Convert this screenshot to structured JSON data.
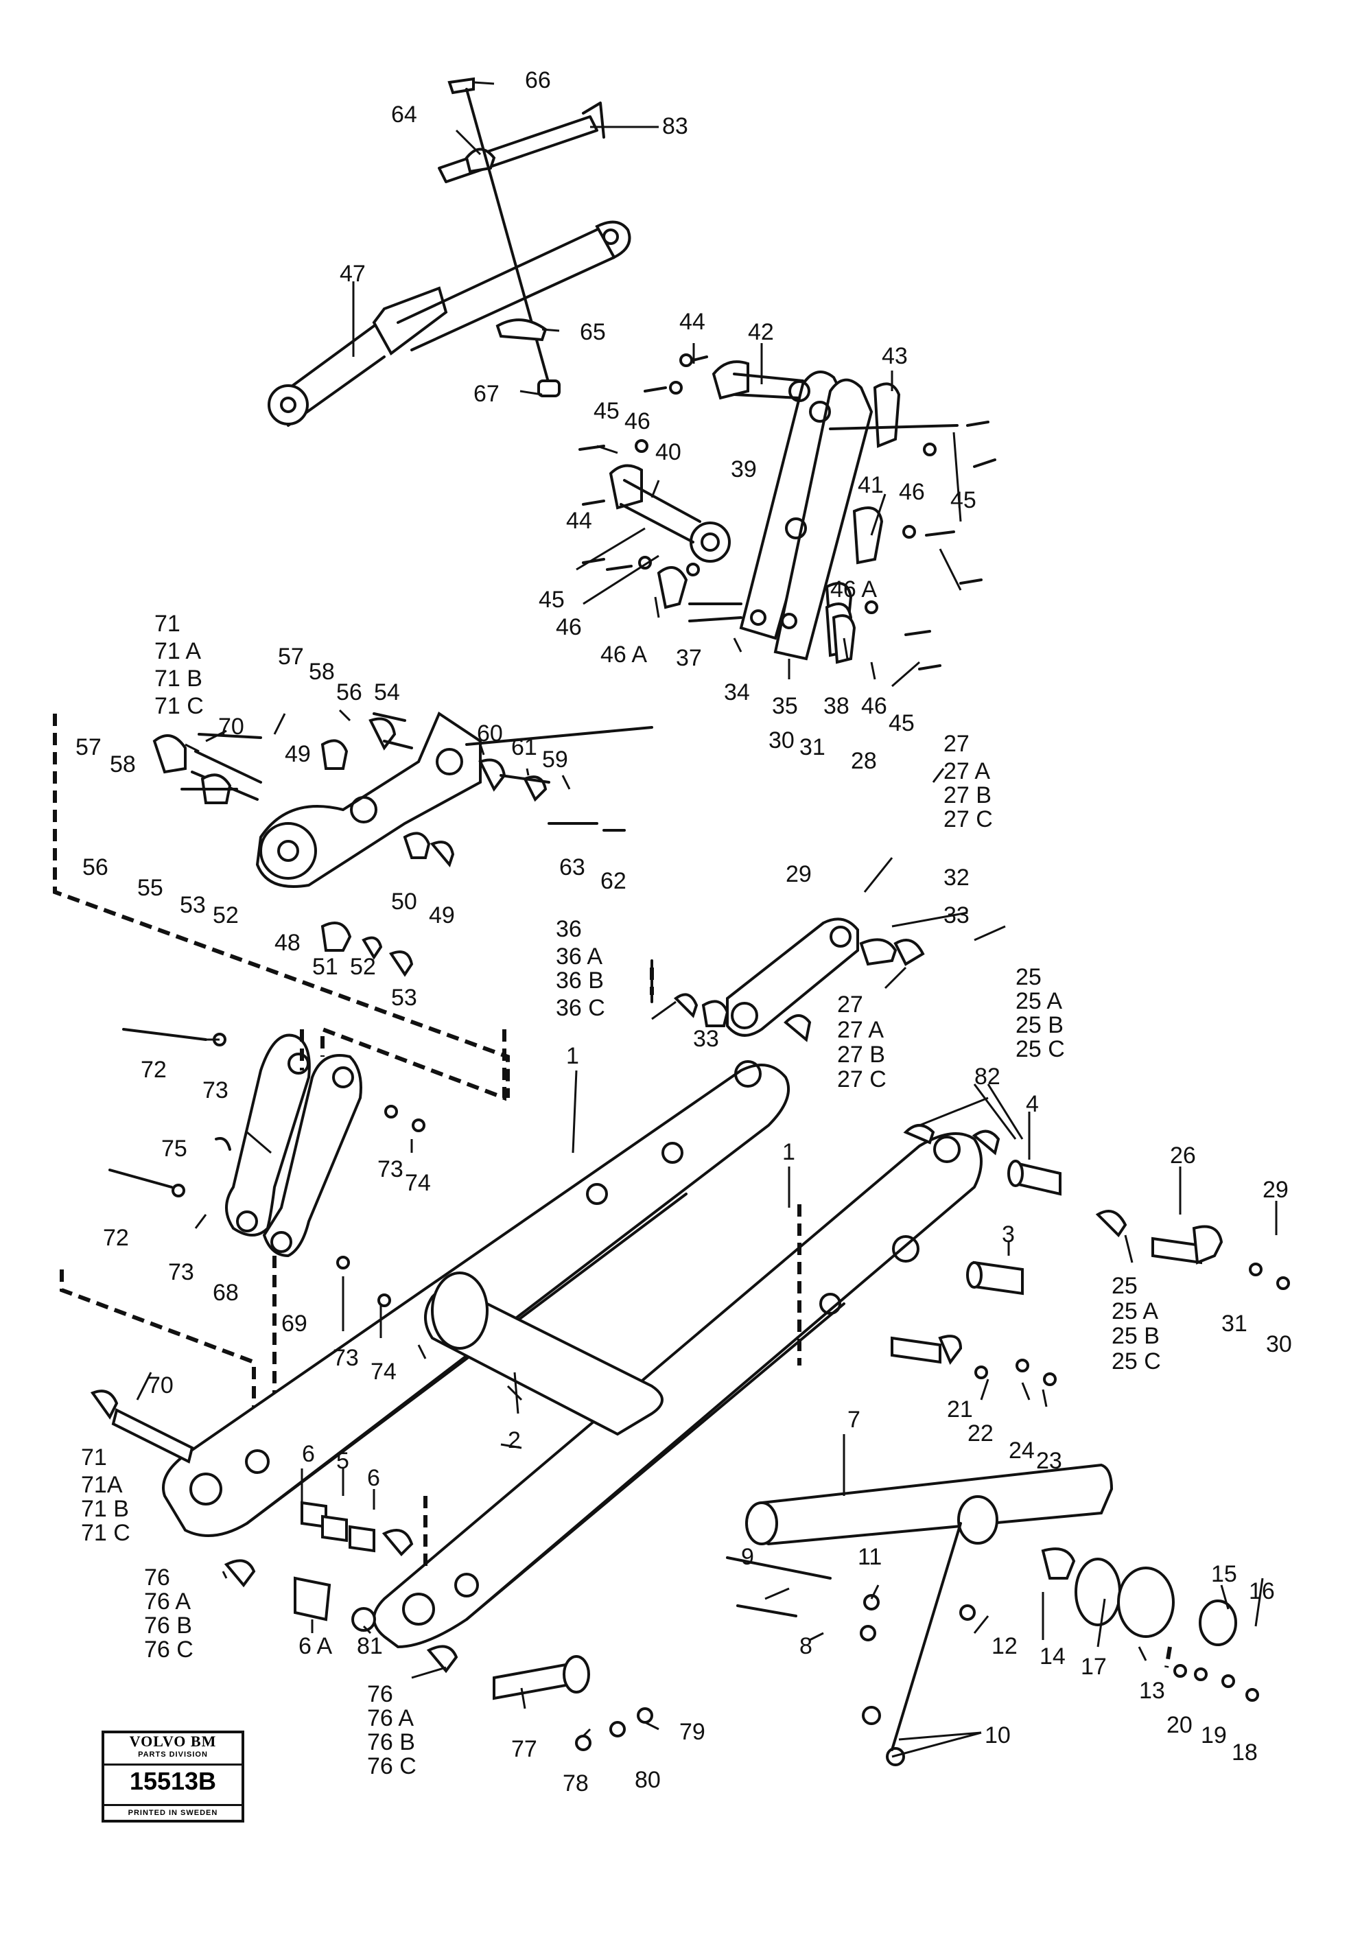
{
  "callouts": [
    {
      "id": "c66",
      "text": "66"
    },
    {
      "id": "c64",
      "text": "64"
    },
    {
      "id": "c83",
      "text": "83"
    },
    {
      "id": "c47",
      "text": "47"
    },
    {
      "id": "c65",
      "text": "65"
    },
    {
      "id": "c67",
      "text": "67"
    },
    {
      "id": "c44a",
      "text": "44"
    },
    {
      "id": "c42",
      "text": "42"
    },
    {
      "id": "c43",
      "text": "43"
    },
    {
      "id": "c45a",
      "text": "45"
    },
    {
      "id": "c46a",
      "text": "46"
    },
    {
      "id": "c40",
      "text": "40"
    },
    {
      "id": "c39",
      "text": "39"
    },
    {
      "id": "c41",
      "text": "41"
    },
    {
      "id": "c46b",
      "text": "46"
    },
    {
      "id": "c45b",
      "text": "45"
    },
    {
      "id": "c44b",
      "text": "44"
    },
    {
      "id": "c45c",
      "text": "45"
    },
    {
      "id": "c46c",
      "text": "46"
    },
    {
      "id": "c46A1",
      "text": "46 A"
    },
    {
      "id": "c46A2",
      "text": "46 A"
    },
    {
      "id": "c37",
      "text": "37"
    },
    {
      "id": "c34",
      "text": "34"
    },
    {
      "id": "c35",
      "text": "35"
    },
    {
      "id": "c38",
      "text": "38"
    },
    {
      "id": "c46d",
      "text": "46"
    },
    {
      "id": "c45d",
      "text": "45"
    },
    {
      "id": "c71",
      "text": "71"
    },
    {
      "id": "c71A",
      "text": "71 A"
    },
    {
      "id": "c71B",
      "text": "71 B"
    },
    {
      "id": "c71C",
      "text": "71 C"
    },
    {
      "id": "c70a",
      "text": "70"
    },
    {
      "id": "c57a",
      "text": "57"
    },
    {
      "id": "c58a",
      "text": "58"
    },
    {
      "id": "c56a",
      "text": "56"
    },
    {
      "id": "c54",
      "text": "54"
    },
    {
      "id": "c49a",
      "text": "49"
    },
    {
      "id": "c60",
      "text": "60"
    },
    {
      "id": "c61",
      "text": "61"
    },
    {
      "id": "c59",
      "text": "59"
    },
    {
      "id": "c57b",
      "text": "57"
    },
    {
      "id": "c58b",
      "text": "58"
    },
    {
      "id": "c56b",
      "text": "56"
    },
    {
      "id": "c55",
      "text": "55"
    },
    {
      "id": "c53a",
      "text": "53"
    },
    {
      "id": "c52a",
      "text": "52"
    },
    {
      "id": "c48",
      "text": "48"
    },
    {
      "id": "c51",
      "text": "51"
    },
    {
      "id": "c52b",
      "text": "52"
    },
    {
      "id": "c53b",
      "text": "53"
    },
    {
      "id": "c50",
      "text": "50"
    },
    {
      "id": "c49b",
      "text": "49"
    },
    {
      "id": "c63",
      "text": "63"
    },
    {
      "id": "c62",
      "text": "62"
    },
    {
      "id": "c30a",
      "text": "30"
    },
    {
      "id": "c31a",
      "text": "31"
    },
    {
      "id": "c28",
      "text": "28"
    },
    {
      "id": "c29a",
      "text": "29"
    },
    {
      "id": "c27",
      "text": "27"
    },
    {
      "id": "c27A",
      "text": "27 A"
    },
    {
      "id": "c27B",
      "text": "27 B"
    },
    {
      "id": "c27C",
      "text": "27 C"
    },
    {
      "id": "c32",
      "text": "32"
    },
    {
      "id": "c33a",
      "text": "33"
    },
    {
      "id": "c36",
      "text": "36"
    },
    {
      "id": "c36A",
      "text": "36 A"
    },
    {
      "id": "c36B",
      "text": "36 B"
    },
    {
      "id": "c36C",
      "text": "36 C"
    },
    {
      "id": "c33b",
      "text": "33"
    },
    {
      "id": "c27b",
      "text": "27"
    },
    {
      "id": "c27Ab",
      "text": "27 A"
    },
    {
      "id": "c27Bb",
      "text": "27 B"
    },
    {
      "id": "c27Cb",
      "text": "27 C"
    },
    {
      "id": "c25",
      "text": "25"
    },
    {
      "id": "c25A",
      "text": "25 A"
    },
    {
      "id": "c25B",
      "text": "25 B"
    },
    {
      "id": "c25C",
      "text": "25 C"
    },
    {
      "id": "c82",
      "text": "82"
    },
    {
      "id": "c4",
      "text": "4"
    },
    {
      "id": "c26",
      "text": "26"
    },
    {
      "id": "c29b",
      "text": "29"
    },
    {
      "id": "c3",
      "text": "3"
    },
    {
      "id": "c25b",
      "text": "25"
    },
    {
      "id": "c25Ab",
      "text": "25 A"
    },
    {
      "id": "c25Bb",
      "text": "25 B"
    },
    {
      "id": "c25Cb",
      "text": "25 C"
    },
    {
      "id": "c31b",
      "text": "31"
    },
    {
      "id": "c30b",
      "text": "30"
    },
    {
      "id": "c72a",
      "text": "72"
    },
    {
      "id": "c73a",
      "text": "73"
    },
    {
      "id": "c75",
      "text": "75"
    },
    {
      "id": "c73b",
      "text": "73"
    },
    {
      "id": "c74a",
      "text": "74"
    },
    {
      "id": "c72b",
      "text": "72"
    },
    {
      "id": "c73c",
      "text": "73"
    },
    {
      "id": "c68",
      "text": "68"
    },
    {
      "id": "c69",
      "text": "69"
    },
    {
      "id": "c73d",
      "text": "73"
    },
    {
      "id": "c74b",
      "text": "74"
    },
    {
      "id": "c1a",
      "text": "1"
    },
    {
      "id": "c1b",
      "text": "1"
    },
    {
      "id": "c2",
      "text": "2"
    },
    {
      "id": "c21",
      "text": "21"
    },
    {
      "id": "c22",
      "text": "22"
    },
    {
      "id": "c24",
      "text": "24"
    },
    {
      "id": "c23",
      "text": "23"
    },
    {
      "id": "c70b",
      "text": "70"
    },
    {
      "id": "c71b",
      "text": "71"
    },
    {
      "id": "c71Ab",
      "text": "71A"
    },
    {
      "id": "c71Bb",
      "text": "71 B"
    },
    {
      "id": "c71Cb",
      "text": "71 C"
    },
    {
      "id": "c6a",
      "text": "6"
    },
    {
      "id": "c5",
      "text": "5"
    },
    {
      "id": "c6b",
      "text": "6"
    },
    {
      "id": "c76a",
      "text": "76"
    },
    {
      "id": "c76Aa",
      "text": "76 A"
    },
    {
      "id": "c76Ba",
      "text": "76 B"
    },
    {
      "id": "c76Ca",
      "text": "76 C"
    },
    {
      "id": "c6A",
      "text": "6 A"
    },
    {
      "id": "c81",
      "text": "81"
    },
    {
      "id": "c76b",
      "text": "76"
    },
    {
      "id": "c76Ab",
      "text": "76 A"
    },
    {
      "id": "c76Bb",
      "text": "76 B"
    },
    {
      "id": "c76Cb",
      "text": "76 C"
    },
    {
      "id": "c77",
      "text": "77"
    },
    {
      "id": "c78",
      "text": "78"
    },
    {
      "id": "c79",
      "text": "79"
    },
    {
      "id": "c80",
      "text": "80"
    },
    {
      "id": "c7",
      "text": "7"
    },
    {
      "id": "c9",
      "text": "9"
    },
    {
      "id": "c11",
      "text": "11"
    },
    {
      "id": "c8",
      "text": "8"
    },
    {
      "id": "c12",
      "text": "12"
    },
    {
      "id": "c10",
      "text": "10"
    },
    {
      "id": "c14",
      "text": "14"
    },
    {
      "id": "c15",
      "text": "15"
    },
    {
      "id": "c16",
      "text": "16"
    },
    {
      "id": "c17",
      "text": "17"
    },
    {
      "id": "c13",
      "text": "13"
    },
    {
      "id": "c20",
      "text": "20"
    },
    {
      "id": "c19",
      "text": "19"
    },
    {
      "id": "c18",
      "text": "18"
    }
  ],
  "stamp": {
    "brand": "VOLVO BM",
    "division": "PARTS DIVISION",
    "number": "15513B",
    "footer": "PRINTED IN SWEDEN"
  }
}
